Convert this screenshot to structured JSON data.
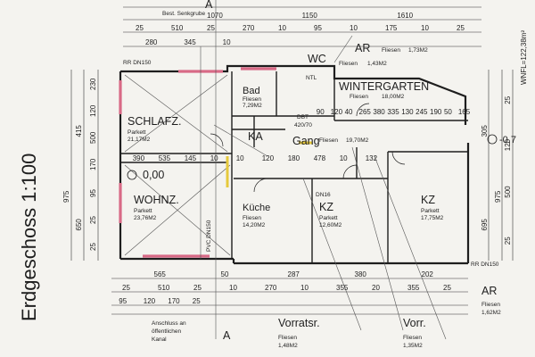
{
  "title": "Erdgeschoss 1:100",
  "area_total": "WNFL=122,38m²",
  "top_note": "Best. Senkgrube",
  "rooms": {
    "schlafz": {
      "name": "SCHLAFZ.",
      "floor": "Parkett",
      "area": "21,17M2"
    },
    "wohnz": {
      "name": "WOHNZ.",
      "floor": "Parkett",
      "area": "23,76M2"
    },
    "bad": {
      "name": "Bad",
      "floor": "Fliesen",
      "area": "7,29M2"
    },
    "wc": {
      "name": "WC",
      "floor": "Fliesen",
      "area": "1,43M2"
    },
    "wintergarten": {
      "name": "WINTERGARTEN",
      "floor": "Fliesen",
      "area": "18,00M2"
    },
    "gang": {
      "name": "Gang",
      "floor": "Fliesen",
      "area": "19,70M2"
    },
    "kueche": {
      "name": "Küche",
      "floor": "Fliesen",
      "area": "14,20M2"
    },
    "kz_mid": {
      "name": "KZ",
      "floor": "Parkett",
      "area": "12,60M2"
    },
    "kz_right": {
      "name": "KZ",
      "floor": "Parkett",
      "area": "17,75M2"
    },
    "vorratsr": {
      "name": "Vorratsr.",
      "floor": "Fliesen",
      "area": "1,48M2"
    },
    "vorr": {
      "name": "Vorr.",
      "floor": "Fliesen",
      "area": "1,35M2"
    },
    "ar_top": {
      "name": "AR",
      "floor": "Fliesen",
      "area": "1,73M2"
    },
    "ar_bottom": {
      "name": "AR",
      "floor": "Fliesen",
      "area": "1,62M2"
    }
  },
  "labels": {
    "ka": "KA",
    "level_00": "0,00",
    "level_right": "-0,7",
    "section_a": "A",
    "rr_dn150_top": "RR DN150",
    "rr_dn150_right": "RR DN150",
    "pvc_dn150": "PVC DN150",
    "dbt": "DBT",
    "fl": "420/70",
    "dn16": "DN16",
    "ntl": "NTL",
    "anschluss_1": "Anschluss an",
    "anschluss_2": "öffentlichen",
    "anschluss_3": "Kanal"
  },
  "dims": {
    "top_row1": [
      "1070",
      "1150",
      "1610"
    ],
    "top_row2": [
      "25",
      "510",
      "25",
      "270",
      "10",
      "95",
      "10",
      "175",
      "10",
      "25"
    ],
    "top_row3": [
      "280",
      "345",
      "10"
    ],
    "left_outer": [
      "975"
    ],
    "left_mid": [
      "415",
      "650"
    ],
    "left_inner": [
      "230",
      "120",
      "500",
      "170",
      "95",
      "25",
      "25"
    ],
    "right_outer": [
      "975"
    ],
    "right_mid": [
      "305",
      "695"
    ],
    "right_inner": [
      "25",
      "120",
      "500",
      "25"
    ],
    "interior": [
      "390",
      "535",
      "145",
      "10",
      "10",
      "120",
      "180",
      "478",
      "10",
      "132",
      "90",
      "120",
      "40",
      "265",
      "380",
      "335",
      "130",
      "245",
      "190",
      "50",
      "165"
    ],
    "bottom_row1": [
      "565",
      "50",
      "287",
      "380",
      "202"
    ],
    "bottom_row2": [
      "25",
      "510",
      "25",
      "10",
      "270",
      "10",
      "355",
      "20",
      "355",
      "25"
    ],
    "bottom_row3": [
      "95",
      "120",
      "170",
      "25"
    ]
  }
}
